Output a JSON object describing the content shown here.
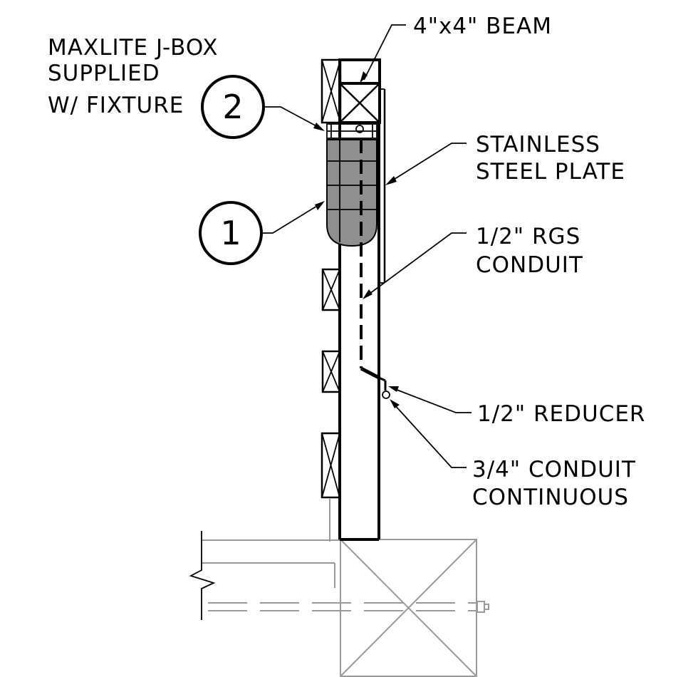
{
  "labels": {
    "beam": "4\"x4\" BEAM",
    "jbox": [
      "MAXLITE J-BOX",
      "SUPPLIED",
      "W/ FIXTURE"
    ],
    "plate": [
      "STAINLESS",
      "STEEL PLATE"
    ],
    "conduit_rgs": [
      "1/2\" RGS",
      "CONDUIT"
    ],
    "reducer": "1/2\" REDUCER",
    "conduit_cont": [
      "3/4\" CONDUIT",
      "CONTINUOUS"
    ]
  },
  "bubbles": {
    "one": "1",
    "two": "2"
  },
  "colors": {
    "linework": "#000000",
    "existing": "#9a9a9a",
    "fixture_fill": "#8f8f8f"
  }
}
